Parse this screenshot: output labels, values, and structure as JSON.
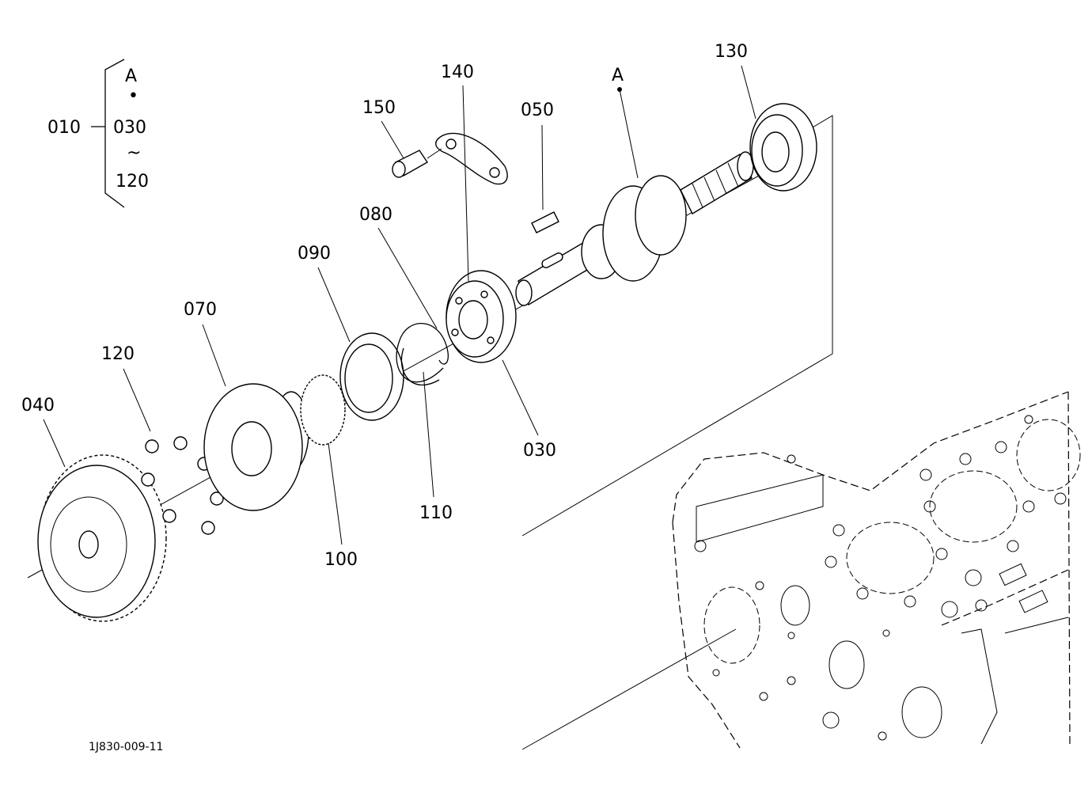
{
  "diagram": {
    "group": {
      "assembly": "010",
      "top": "A",
      "dot": "•",
      "from": "030",
      "tilde": "~",
      "to": "120"
    },
    "labels": {
      "p130": "130",
      "pA": "A",
      "p140": "140",
      "p150": "150",
      "p050": "050",
      "p080": "080",
      "p090": "090",
      "p070": "070",
      "p120": "120",
      "p040": "040",
      "p030": "030",
      "p110": "110",
      "p100": "100"
    },
    "drawing_id": "1J830-009-11"
  }
}
